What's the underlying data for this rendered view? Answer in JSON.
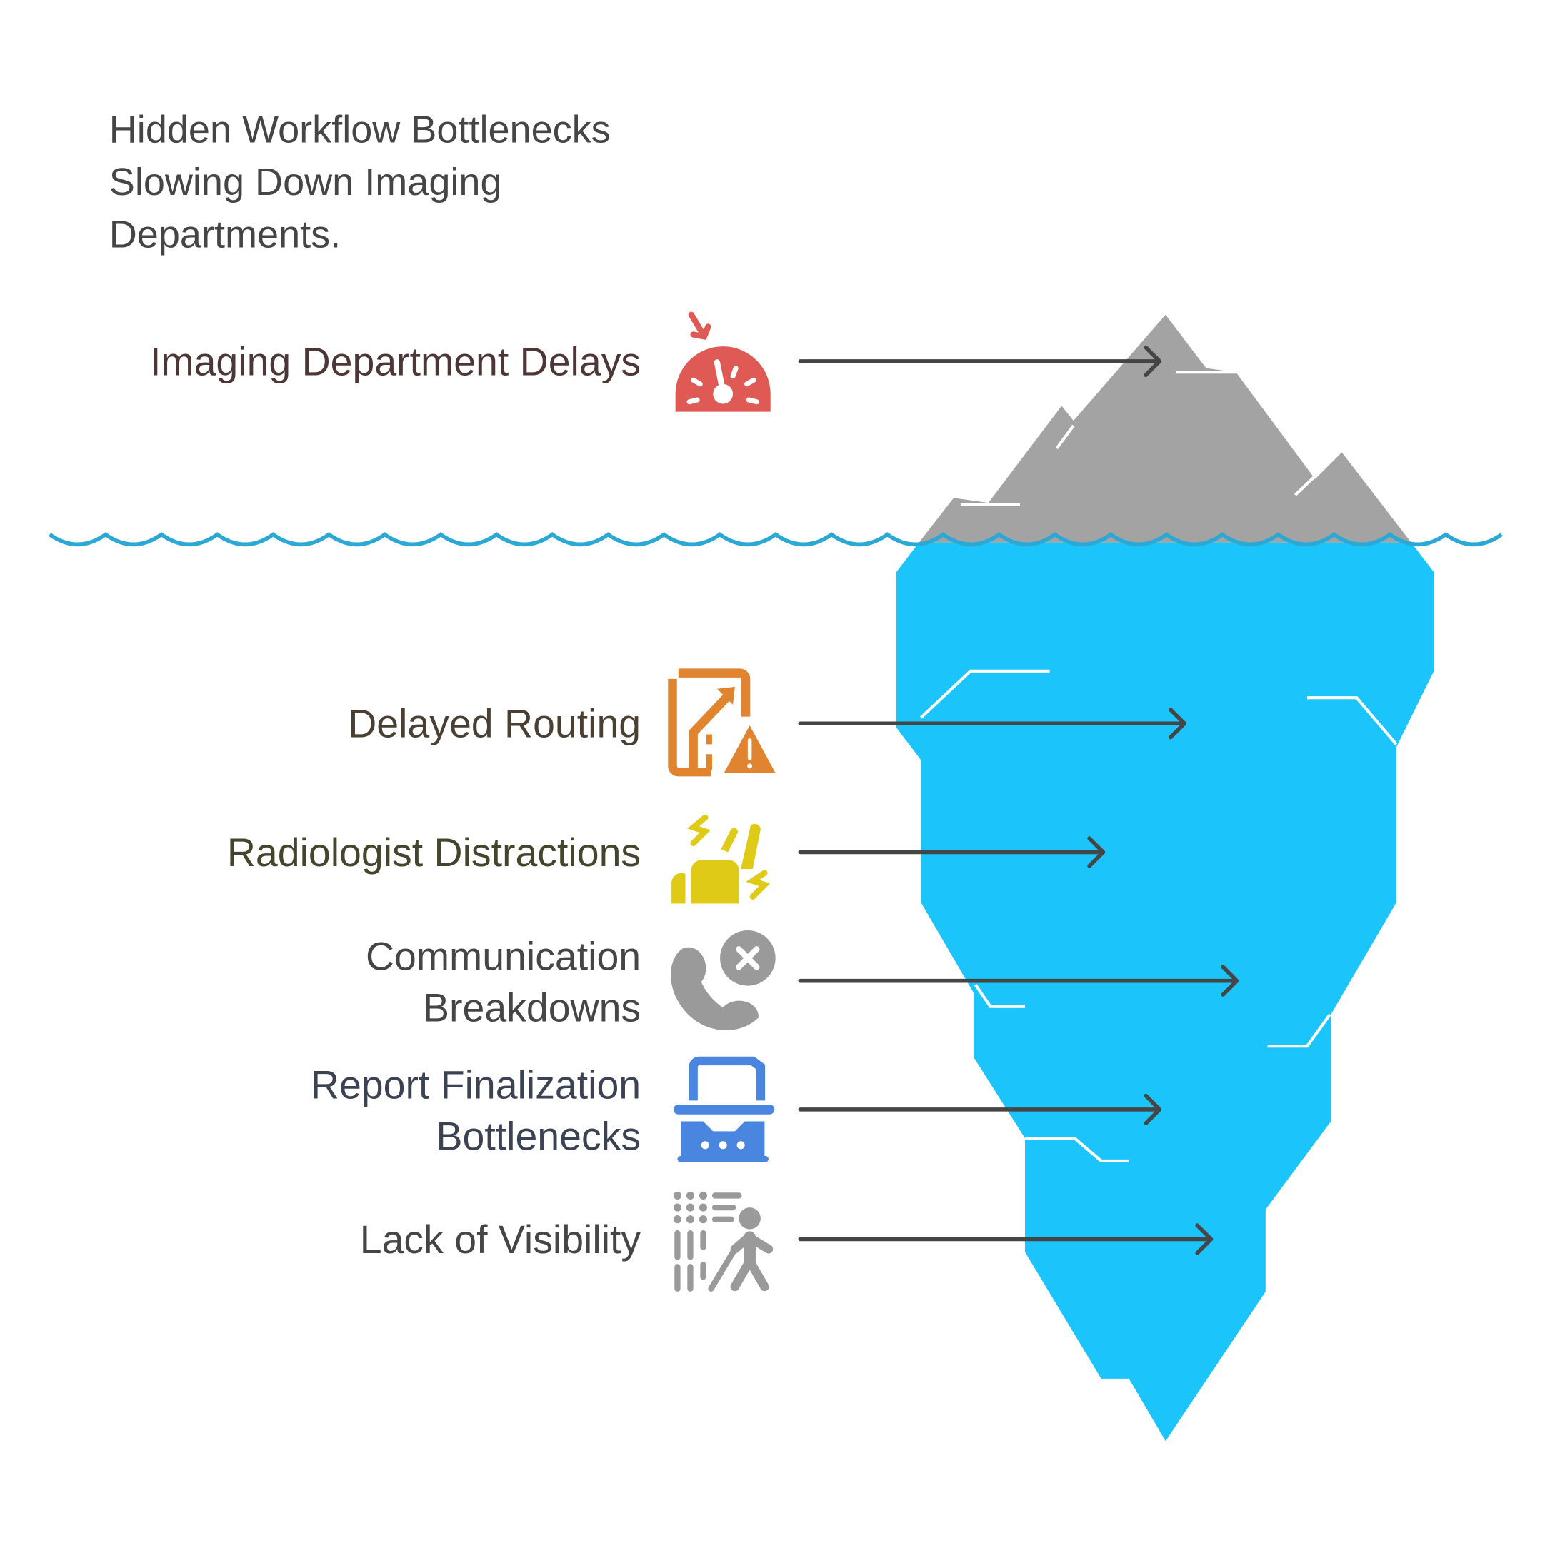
{
  "title": {
    "lines": [
      "Hidden Workflow Bottlenecks",
      "Slowing Down Imaging",
      "Departments."
    ]
  },
  "items": [
    {
      "lines": [
        "Imaging Department Delays"
      ],
      "icon": "speedometer-alert-icon",
      "color": "#e05a55",
      "text_color": "#4d3636",
      "zone": "above-water"
    },
    {
      "lines": [
        "Delayed Routing"
      ],
      "icon": "route-warning-icon",
      "color": "#e0842f",
      "text_color": "#4a3f33",
      "zone": "below-water"
    },
    {
      "lines": [
        "Radiologist Distractions"
      ],
      "icon": "distraction-hand-icon",
      "color": "#dfcb17",
      "text_color": "#45442c",
      "zone": "below-water"
    },
    {
      "lines": [
        "Communication",
        "Breakdowns"
      ],
      "icon": "phone-cancel-icon",
      "color": "#9a9a9a",
      "text_color": "#454545",
      "zone": "below-water"
    },
    {
      "lines": [
        "Report Finalization",
        "Bottlenecks"
      ],
      "icon": "typewriter-icon",
      "color": "#4a86e0",
      "text_color": "#3b4254",
      "zone": "below-water"
    },
    {
      "lines": [
        "Lack of Visibility"
      ],
      "icon": "blind-person-icon",
      "color": "#9a9a9a",
      "text_color": "#454545",
      "zone": "below-water"
    }
  ],
  "colors": {
    "iceberg_top": "#a3a3a3",
    "iceberg_bottom": "#1bc5fb",
    "water_line": "#2ba8d4",
    "arrow": "#454545"
  }
}
